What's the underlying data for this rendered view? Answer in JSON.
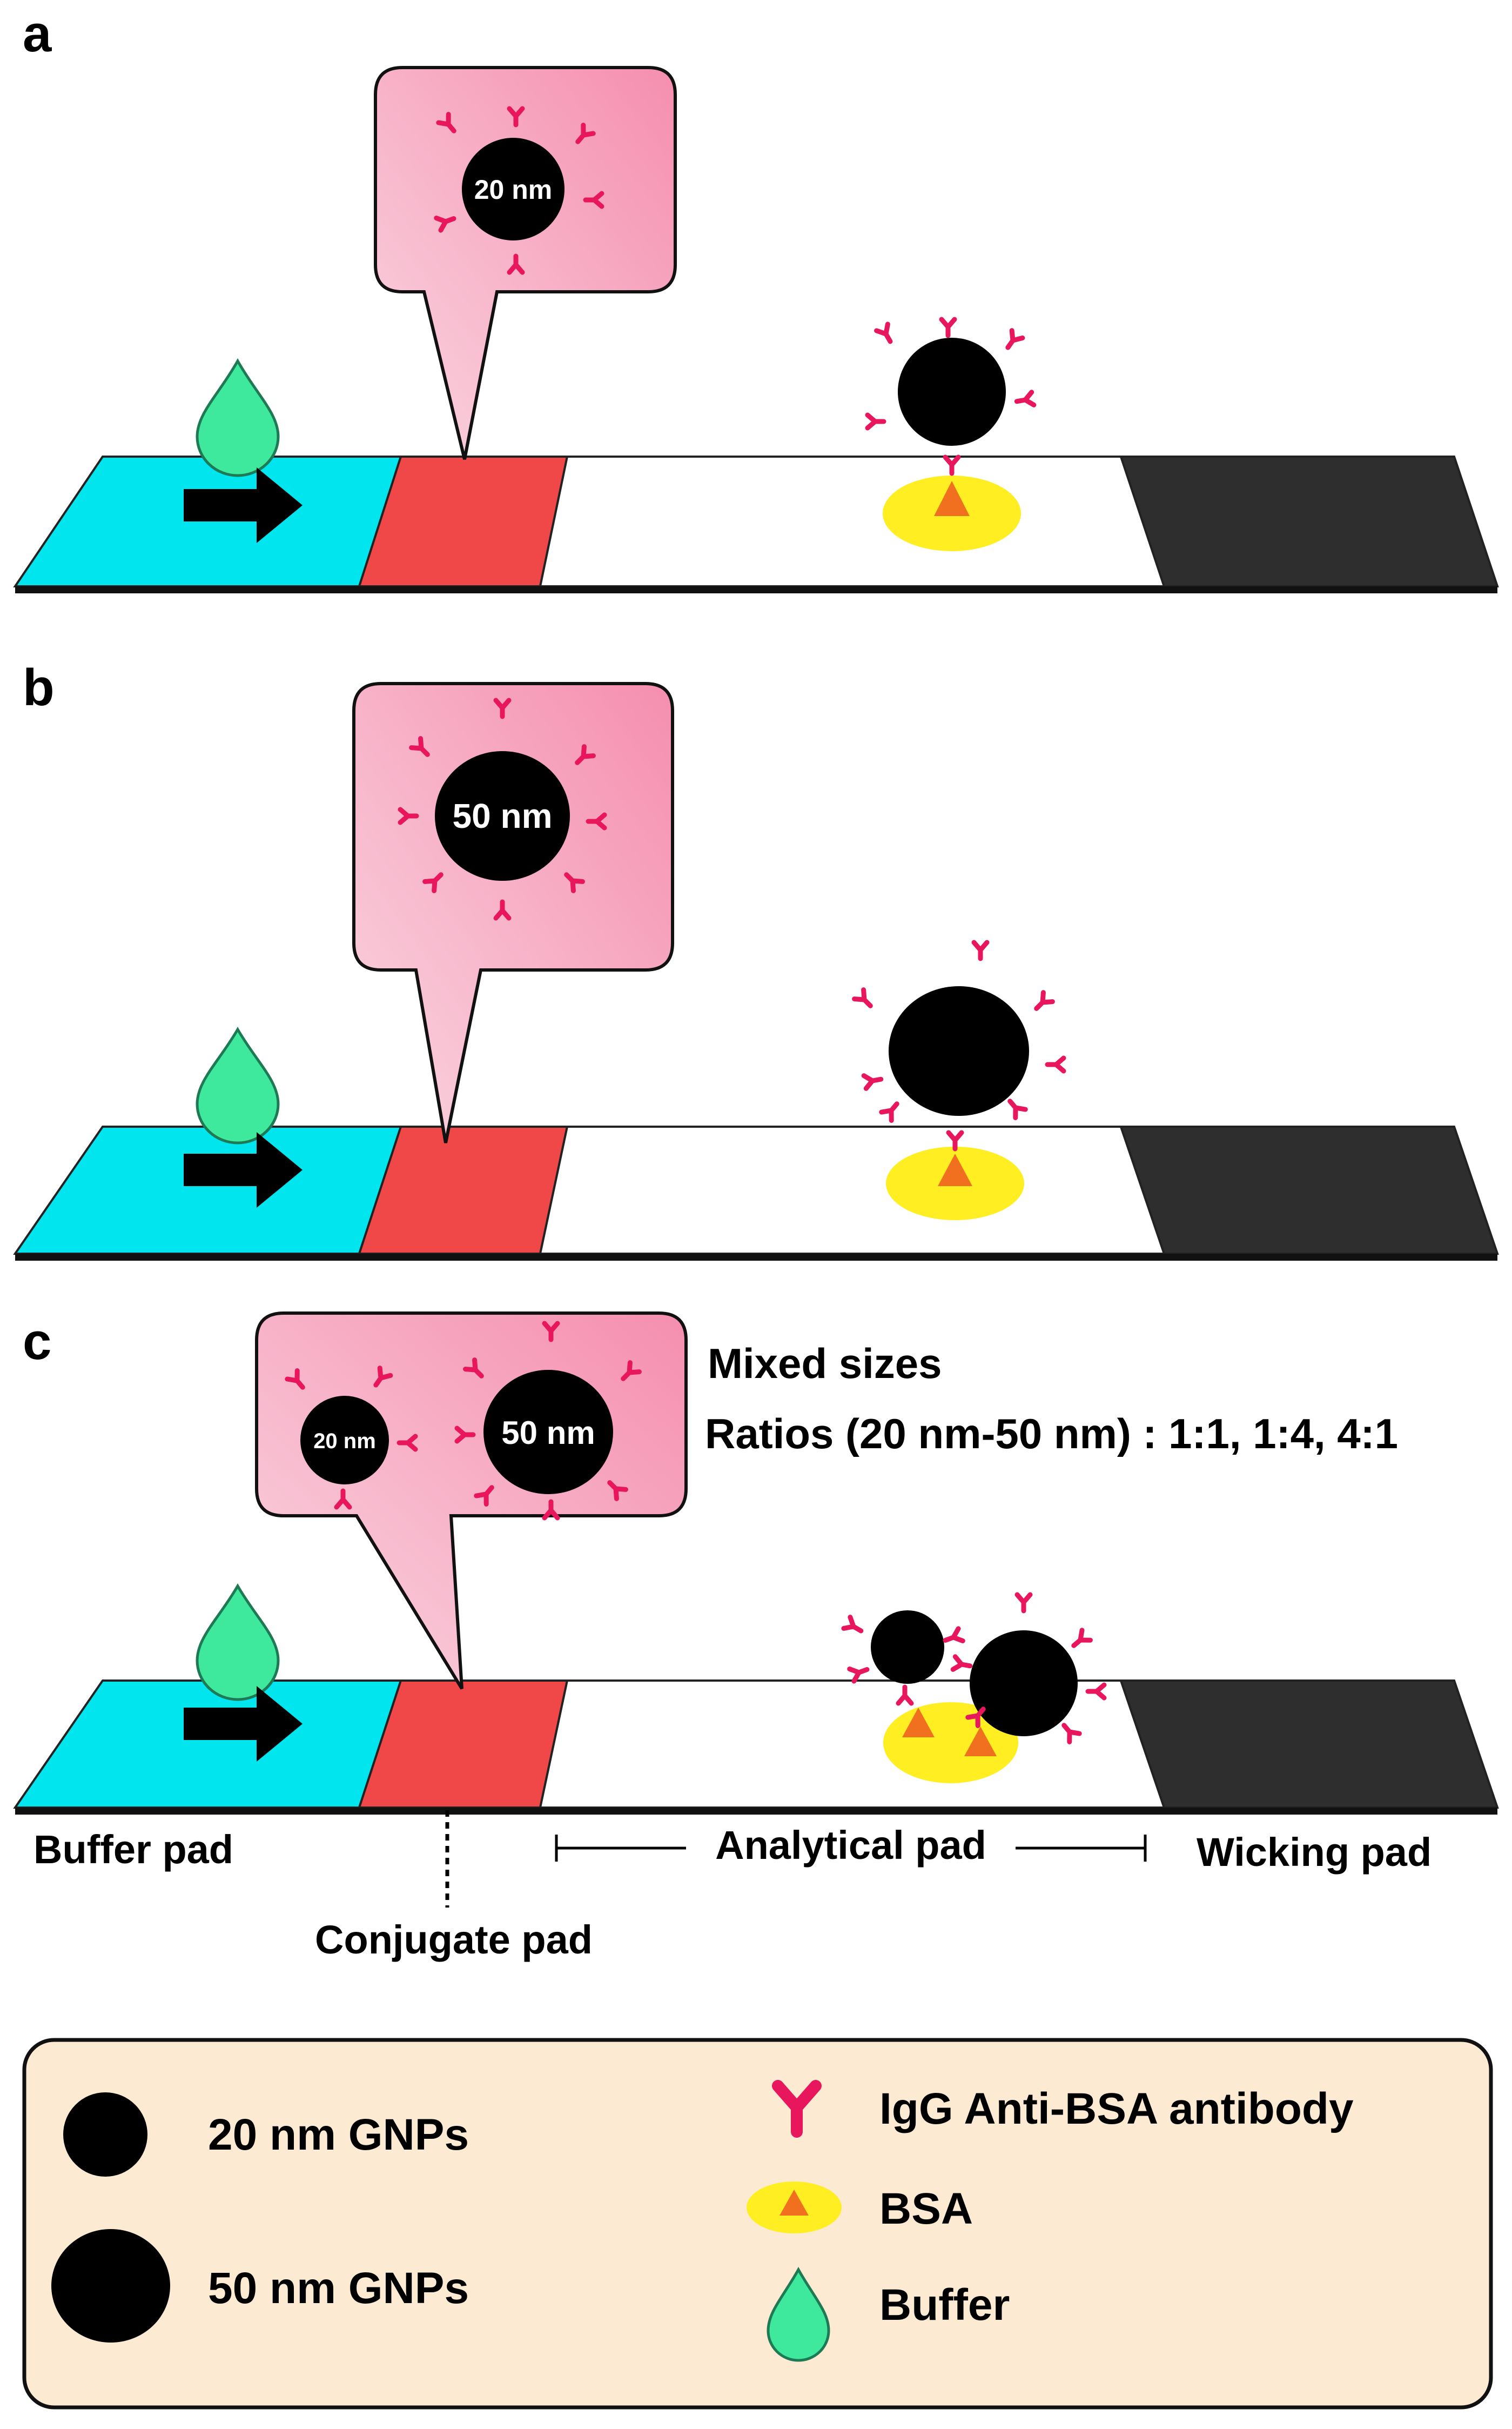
{
  "panels": [
    {
      "letter": "a",
      "bubble_particles": [
        "20 nm"
      ]
    },
    {
      "letter": "b",
      "bubble_particles": [
        "50 nm"
      ]
    },
    {
      "letter": "c",
      "bubble_particles": [
        "20 nm",
        "50 nm"
      ],
      "note_title": "Mixed sizes",
      "note_ratios": "Ratios (20 nm-50 nm) : 1:1, 1:4, 4:1"
    }
  ],
  "strip_labels": {
    "buffer_pad": "Buffer pad",
    "conjugate_pad": "Conjugate pad",
    "analytical_pad": "Analytical pad",
    "wicking_pad": "Wicking pad"
  },
  "legend": {
    "gnp_20": "20 nm GNPs",
    "gnp_50": "50 nm GNPs",
    "antibody": "IgG Anti-BSA antibody",
    "bsa": "BSA",
    "buffer": "Buffer"
  },
  "colors": {
    "buffer_pad": "#00E5EE",
    "conjugate_pad": "#F04848",
    "analytical_pad": "#FFFFFF",
    "wicking_pad": "#2E2E2E",
    "antibody": "#E8175D",
    "bsa_spot": "#FFEE22",
    "bsa_triangle": "#F07020",
    "droplet": "#3EE89C",
    "bubble": "#F9B0C6",
    "legend_bg": "#FCEAD2"
  },
  "icons": [
    "droplet-icon",
    "arrow-right-icon",
    "antibody-icon",
    "bsa-icon",
    "nanoparticle-icon"
  ]
}
